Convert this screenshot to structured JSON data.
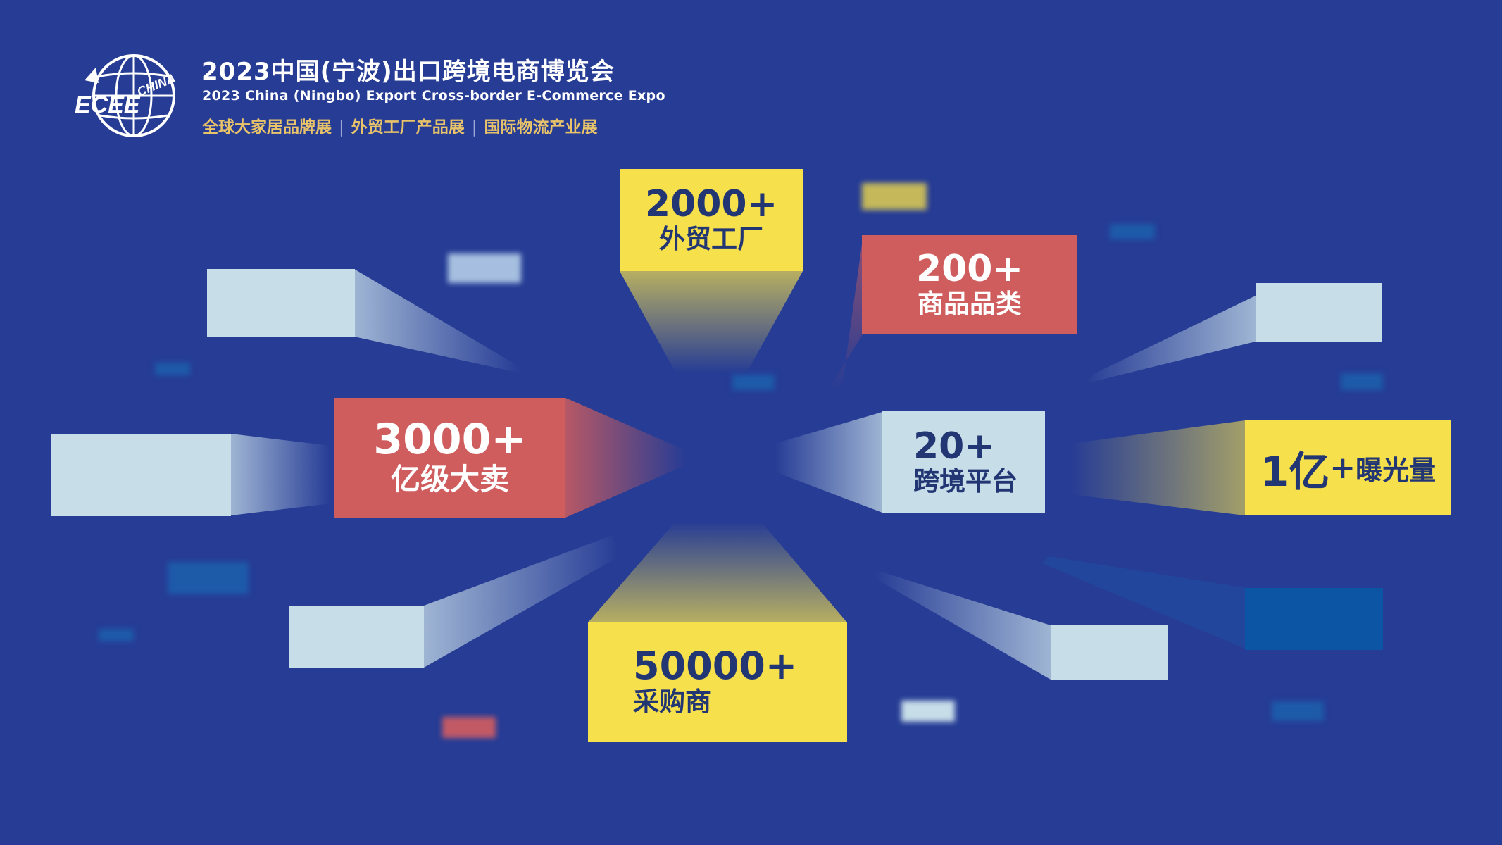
{
  "header": {
    "logo_text": "ECEE",
    "logo_sub": "CHINA",
    "title": "2023中国(宁波)出口跨境电商博览会",
    "subtitle": "2023 China (Ningbo) Export Cross-border E-Commerce Expo",
    "categories": [
      "全球大家居品牌展",
      "外贸工厂产品展",
      "国际物流产业展"
    ]
  },
  "stats": {
    "factories": {
      "number": "2000+",
      "label": "外贸工厂"
    },
    "categories": {
      "number": "200+",
      "label": "商品品类"
    },
    "sellers": {
      "number": "3000+",
      "label": "亿级大卖"
    },
    "platforms": {
      "number": "20+",
      "label": "跨境平台"
    },
    "exposure": {
      "number": "1亿",
      "plus": "+",
      "label": "曝光量"
    },
    "buyers": {
      "number": "50000+",
      "label": "采购商"
    }
  },
  "colors": {
    "background": "#263c95",
    "yellow": "#f6e04b",
    "red": "#d05d5d",
    "pale": "#c7dde8",
    "navy_text": "#233674",
    "gold_text": "#e8c36a"
  }
}
